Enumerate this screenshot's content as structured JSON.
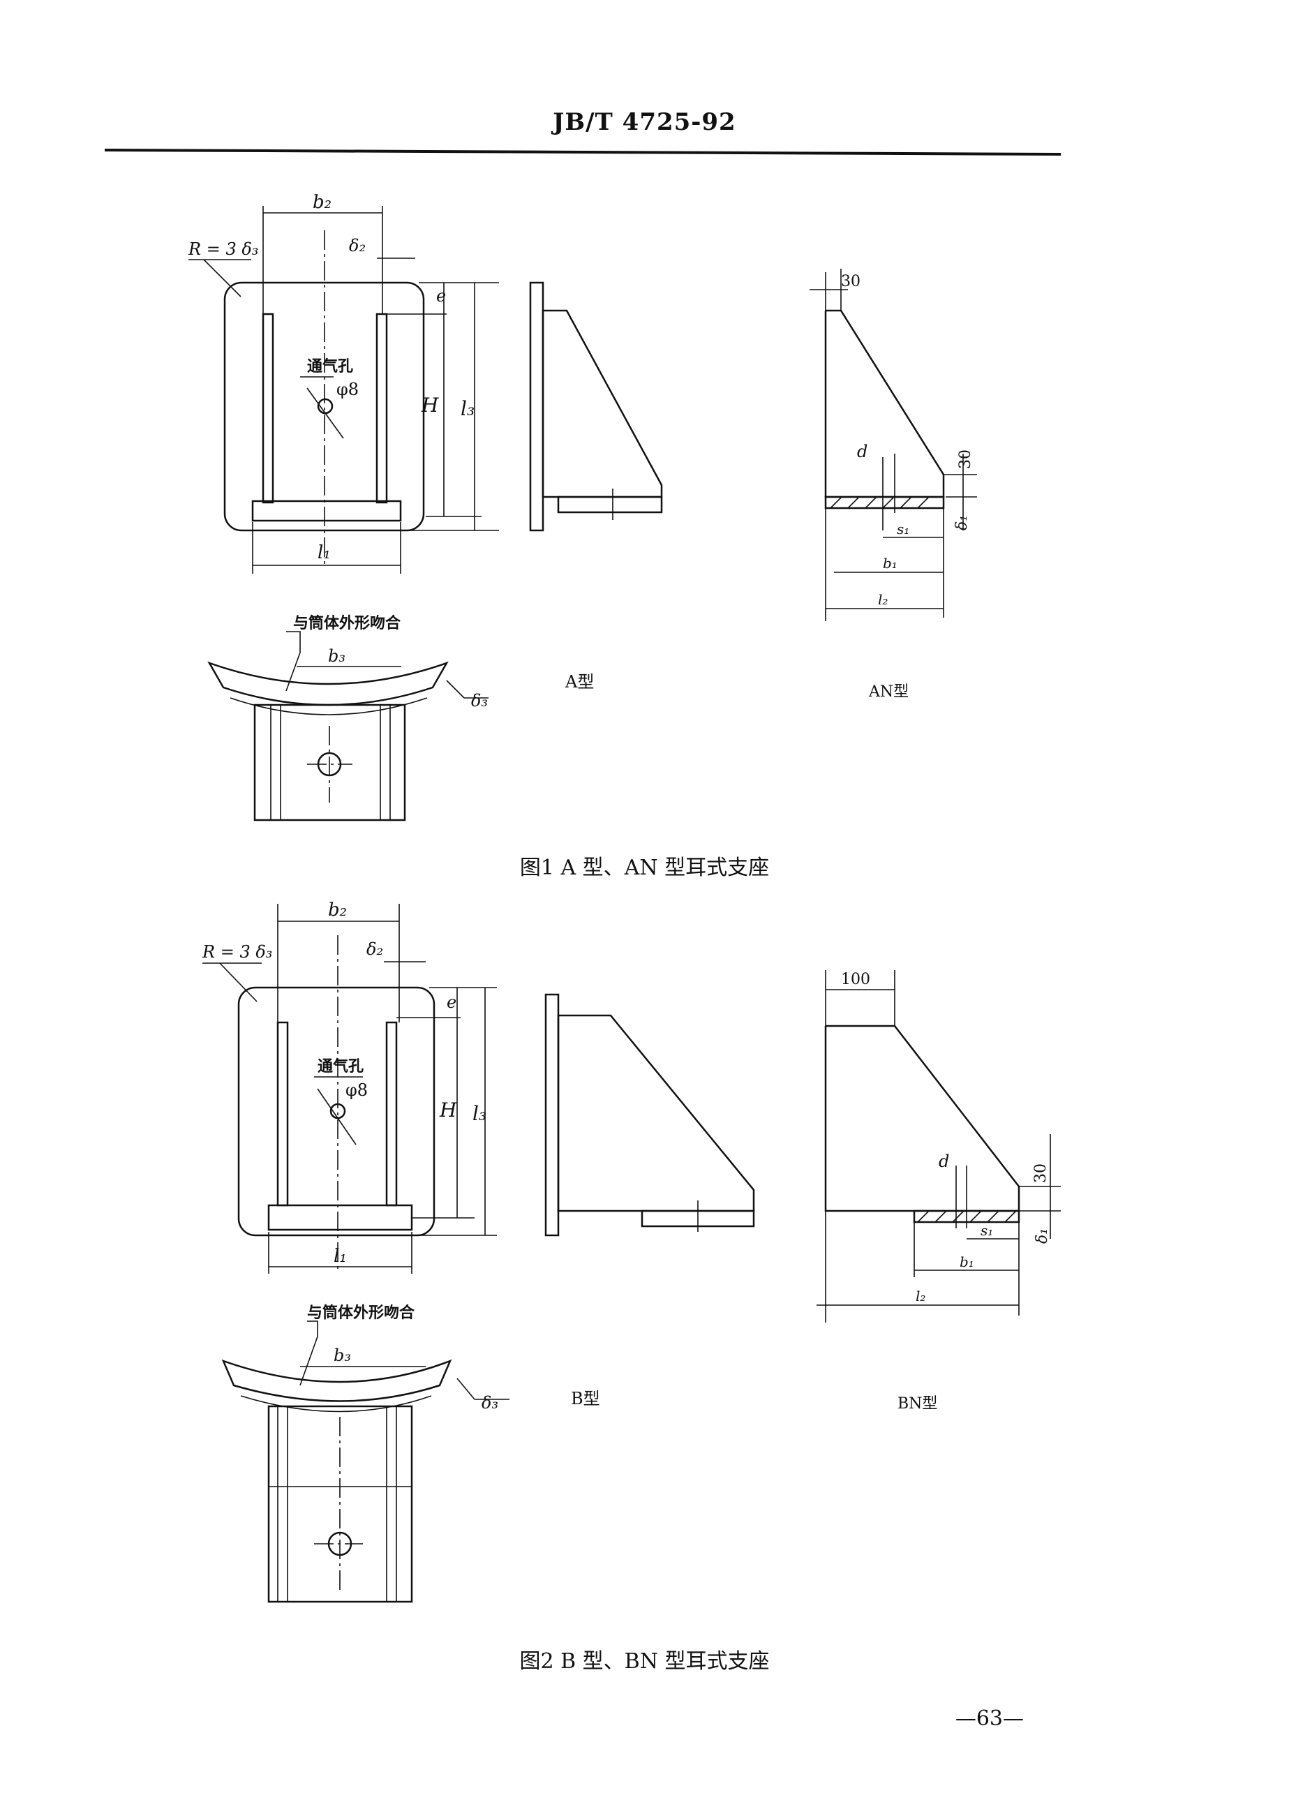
{
  "header": {
    "standard_code": "JB/T  4725-92"
  },
  "figure1": {
    "caption": "图1   A 型、AN 型耳式支座",
    "front_view": {
      "R": "R = 3 δ₃",
      "b2": "b₂",
      "delta2": "δ₂",
      "e": "e",
      "H": "H",
      "l3": "l₃",
      "l1": "l₁",
      "vent": "通气孔",
      "phi8": "φ8"
    },
    "top_view": {
      "note": "与筒体外形吻合",
      "b3": "b₃",
      "delta3": "δ₃"
    },
    "side_label": "A型",
    "an_view": {
      "dim30_top": "30",
      "dim30_side": "30",
      "d": "d",
      "delta1": "δ₁",
      "s1": "s₁",
      "b1": "b₁",
      "l2": "l₂",
      "label": "AN型"
    }
  },
  "figure2": {
    "caption": "图2   B 型、BN 型耳式支座",
    "front_view": {
      "R": "R = 3 δ₃",
      "b2": "b₂",
      "delta2": "δ₂",
      "e": "e",
      "H": "H",
      "l3": "l₃",
      "l1": "l₁",
      "vent": "通气孔",
      "phi8": "φ8"
    },
    "top_view": {
      "note": "与筒体外形吻合",
      "b3": "b₃",
      "delta3": "δ₃"
    },
    "side_label": "B型",
    "bn_view": {
      "dim100": "100",
      "dim30_side": "30",
      "d": "d",
      "delta1": "δ₁",
      "s1": "s₁",
      "b1": "b₁",
      "l2": "l₂",
      "label": "BN型"
    }
  },
  "page_number": "—63—"
}
